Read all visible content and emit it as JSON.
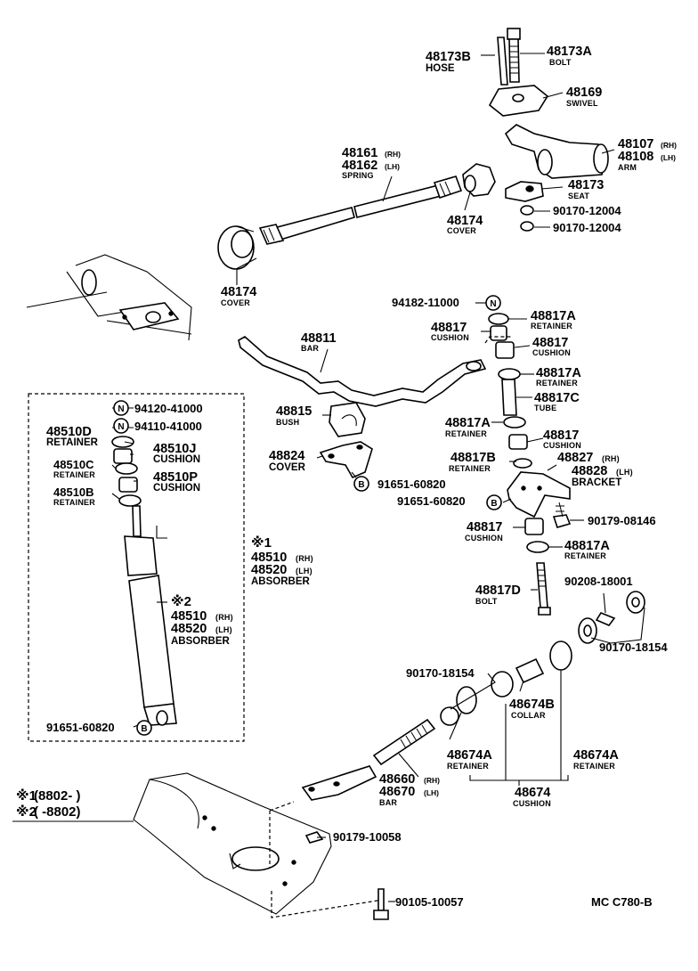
{
  "diagram_code": "MC  C780-B",
  "notes": {
    "n1_mark": "※1",
    "n1_range": "(8802-      )",
    "n2_mark": "※2",
    "n2_range": "(      -8802)"
  },
  "badges": {
    "n": "N",
    "b": "B"
  },
  "parts": {
    "p48173B": {
      "number": "48173B",
      "name": "HOSE"
    },
    "p48173A": {
      "number": "48173A",
      "name": "BOLT"
    },
    "p48169": {
      "number": "48169",
      "name": "SWIVEL"
    },
    "p48107": {
      "number": "48107",
      "suffix": "(RH)",
      "number2": "48108",
      "suffix2": "(LH)",
      "name": "ARM"
    },
    "p48161": {
      "number": "48161",
      "suffix": "(RH)",
      "number2": "48162",
      "suffix2": "(LH)",
      "name": "SPRING"
    },
    "p48173": {
      "number": "48173",
      "name": "SEAT"
    },
    "p90170_12004a": {
      "number": "90170-12004"
    },
    "p90170_12004b": {
      "number": "90170-12004"
    },
    "p48174_top": {
      "number": "48174",
      "name": "COVER"
    },
    "p48174_left": {
      "number": "48174",
      "name": "COVER"
    },
    "p94182": {
      "number": "94182-11000"
    },
    "p48811": {
      "number": "48811",
      "name": "BAR"
    },
    "p48817A_1": {
      "number": "48817A",
      "name": "RETAINER"
    },
    "p48817_1": {
      "number": "48817",
      "name": "CUSHION"
    },
    "p48817_2": {
      "number": "48817",
      "name": "CUSHION"
    },
    "p48817A_2": {
      "number": "48817A",
      "name": "RETAINER"
    },
    "p48817C": {
      "number": "48817C",
      "name": "TUBE"
    },
    "p48815": {
      "number": "48815",
      "name": "BUSH"
    },
    "p48817A_3": {
      "number": "48817A",
      "name": "RETAINER"
    },
    "p48817_3": {
      "number": "48817",
      "name": "CUSHION"
    },
    "p48824": {
      "number": "48824",
      "name": "COVER"
    },
    "p48817B": {
      "number": "48817B",
      "name": "RETAINER"
    },
    "p48827": {
      "number": "48827",
      "suffix": "(RH)",
      "number2": "48828",
      "suffix2": "(LH)",
      "name": "BRACKET"
    },
    "p91651_b1": {
      "number": "91651-60820"
    },
    "p91651_b2": {
      "number": "91651-60820"
    },
    "p90179_08146": {
      "number": "90179-08146"
    },
    "p48817_4": {
      "number": "48817",
      "name": "CUSHION"
    },
    "p48817A_4": {
      "number": "48817A",
      "name": "RETAINER"
    },
    "p94120": {
      "number": "94120-41000"
    },
    "p94110": {
      "number": "94110-41000"
    },
    "p48510D": {
      "number": "48510D",
      "name": "RETAINER"
    },
    "p48510J": {
      "number": "48510J",
      "name": "CUSHION"
    },
    "p48510C": {
      "number": "48510C",
      "name": "RETAINER"
    },
    "p48510P": {
      "number": "48510P",
      "name": "CUSHION"
    },
    "p48510B": {
      "number": "48510B",
      "name": "RETAINER"
    },
    "p48510_1": {
      "mark": "※1",
      "number": "48510",
      "suffix": "(RH)",
      "number2": "48520",
      "suffix2": "(LH)",
      "name": "ABSORBER"
    },
    "p48510_2": {
      "mark": "※2",
      "number": "48510",
      "suffix": "(RH)",
      "number2": "48520",
      "suffix2": "(LH)",
      "name": "ABSORBER"
    },
    "p91651_b3": {
      "number": "91651-60820"
    },
    "p48817D": {
      "number": "48817D",
      "name": "BOLT"
    },
    "p90208": {
      "number": "90208-18001"
    },
    "p90170_18154a": {
      "number": "90170-18154"
    },
    "p90170_18154b": {
      "number": "90170-18154"
    },
    "p48674B": {
      "number": "48674B",
      "name": "COLLAR"
    },
    "p48674A_l": {
      "number": "48674A",
      "name": "RETAINER"
    },
    "p48674A_r": {
      "number": "48674A",
      "name": "RETAINER"
    },
    "p48674": {
      "number": "48674",
      "name": "CUSHION"
    },
    "p48660": {
      "number": "48660",
      "suffix": "(RH)",
      "number2": "48670",
      "suffix2": "(LH)",
      "name": "BAR"
    },
    "p90179_10058": {
      "number": "90179-10058"
    },
    "p90105": {
      "number": "90105-10057"
    }
  }
}
